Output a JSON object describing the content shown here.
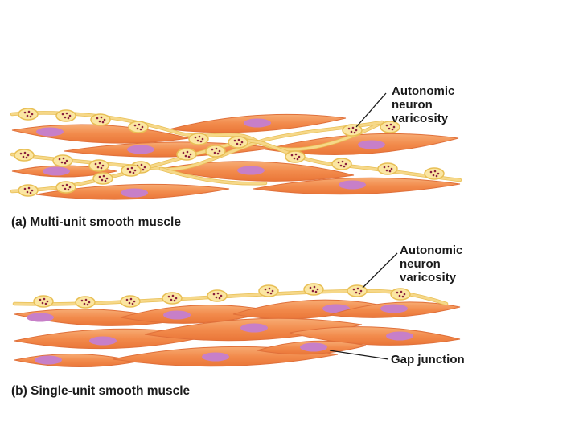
{
  "panel_a": {
    "label_lines": [
      "Autonomic",
      "neuron",
      "varicosity"
    ],
    "caption_letter": "(a)",
    "caption_text": "Multi-unit smooth muscle"
  },
  "panel_b": {
    "label_lines": [
      "Autonomic",
      "neuron",
      "varicosity"
    ],
    "gap_label": "Gap junction",
    "caption_letter": "(b)",
    "caption_text": "Single-unit smooth muscle"
  },
  "colors": {
    "muscle": "#f2884a",
    "muscle_light": "#f7b07a",
    "muscle_edge": "#e0703a",
    "nucleus": "#c77fc8",
    "neuron": "#f6d889",
    "neuron_edge": "#e8bf55",
    "varicosity": "#fbe6a2",
    "vesicle": "#8a1f3c",
    "line": "#1a1a1a"
  }
}
